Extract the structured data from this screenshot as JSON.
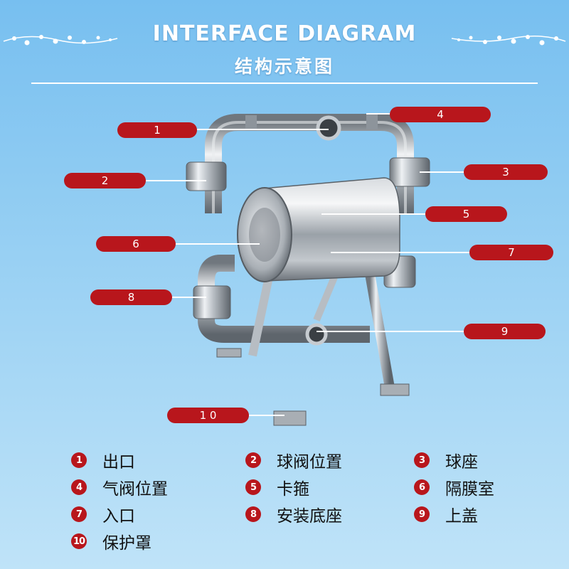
{
  "title": {
    "en": "INTERFACE DIAGRAM",
    "cn": "结构示意图"
  },
  "colors": {
    "callout": "#b8161c",
    "leader": "#ffffff",
    "background_top": "#77bff0",
    "background_bottom": "#bfe3f8",
    "steel": "#c9ced3"
  },
  "callouts": [
    "1",
    "2",
    "3",
    "4",
    "5",
    "6",
    "7",
    "8",
    "9",
    "1 0"
  ],
  "legend": [
    {
      "num": "1",
      "label": "出口"
    },
    {
      "num": "2",
      "label": "球阀位置"
    },
    {
      "num": "3",
      "label": "球座"
    },
    {
      "num": "4",
      "label": "气阀位置"
    },
    {
      "num": "5",
      "label": "卡箍"
    },
    {
      "num": "6",
      "label": "隔膜室"
    },
    {
      "num": "7",
      "label": "入口"
    },
    {
      "num": "8",
      "label": "安装底座"
    },
    {
      "num": "9",
      "label": "上盖"
    },
    {
      "num": "10",
      "label": "保护罩"
    }
  ]
}
